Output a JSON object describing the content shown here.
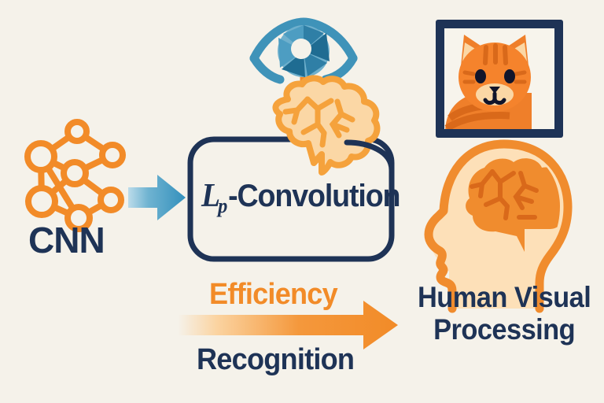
{
  "figure": {
    "kind": "concept-diagram",
    "background_color": "#f5f2ea",
    "title_text": "Lp-Convolution"
  },
  "colors": {
    "background": "#f5f2ea",
    "navy": "#1e3356",
    "orange": "#f28b28",
    "orange_dark": "#e07a1f",
    "orange_deep": "#d9691a",
    "peach": "#fbd7a5",
    "peach_light": "#fde0b8",
    "blue": "#3390bc",
    "blue_light": "#7fbcd6",
    "blue_dark": "#1d6d94",
    "frame_white": "#f7f4ec"
  },
  "left": {
    "icon_name": "neural-network-icon",
    "label": "CNN"
  },
  "flow_arrow": {
    "icon_name": "blue-right-arrow-icon",
    "direction": "right",
    "gradient_from": "#bcdcea",
    "gradient_to": "#3390bc"
  },
  "center": {
    "box_label_prefix": "L",
    "box_label_subscript": "p",
    "box_label_suffix": "-Convolution",
    "box_border_color": "#1e3356",
    "eye_icon_name": "eye-aperture-icon",
    "brain_icon_name": "brain-icon"
  },
  "bottom_arrow": {
    "icon_name": "orange-right-arrow-icon",
    "above_label": "Efficiency",
    "below_label": "Recognition",
    "above_label_color": "#f28b28",
    "below_label_color": "#1e3356"
  },
  "right": {
    "cat_icon_name": "cat-photo-icon",
    "cat_frame_color": "#1e3356",
    "head_icon_name": "human-head-brain-icon",
    "label_line1": "Human Visual",
    "label_line2": "Processing"
  }
}
